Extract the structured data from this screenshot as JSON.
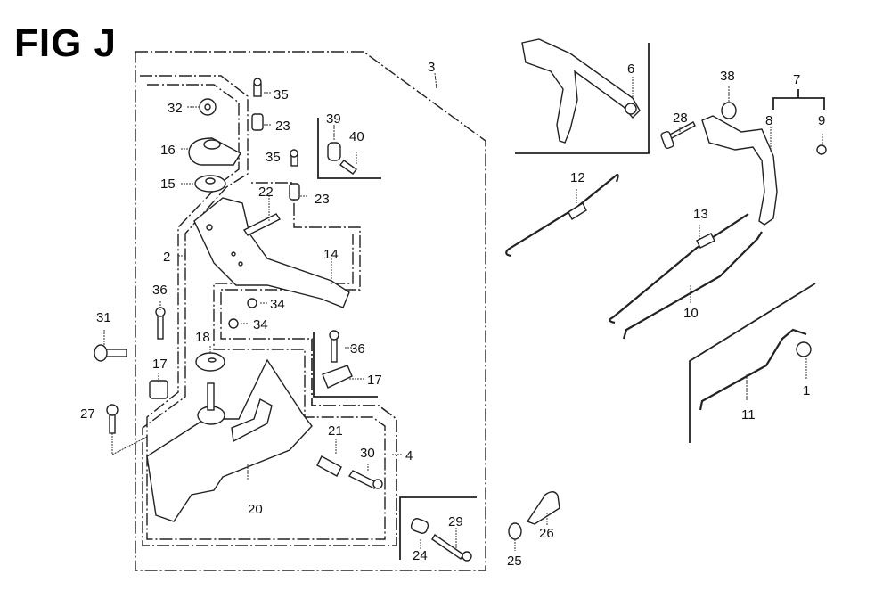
{
  "figure": {
    "title": "FIG J"
  },
  "callouts": [
    {
      "id": "c1",
      "number": "1"
    },
    {
      "id": "c2",
      "number": "2"
    },
    {
      "id": "c3",
      "number": "3"
    },
    {
      "id": "c4",
      "number": "4"
    },
    {
      "id": "c6",
      "number": "6"
    },
    {
      "id": "c7",
      "number": "7"
    },
    {
      "id": "c8",
      "number": "8"
    },
    {
      "id": "c9",
      "number": "9"
    },
    {
      "id": "c10",
      "number": "10"
    },
    {
      "id": "c11",
      "number": "11"
    },
    {
      "id": "c12",
      "number": "12"
    },
    {
      "id": "c13",
      "number": "13"
    },
    {
      "id": "c14",
      "number": "14"
    },
    {
      "id": "c15",
      "number": "15"
    },
    {
      "id": "c16",
      "number": "16"
    },
    {
      "id": "c17a",
      "number": "17"
    },
    {
      "id": "c17b",
      "number": "17"
    },
    {
      "id": "c18",
      "number": "18"
    },
    {
      "id": "c20",
      "number": "20"
    },
    {
      "id": "c21",
      "number": "21"
    },
    {
      "id": "c22",
      "number": "22"
    },
    {
      "id": "c23a",
      "number": "23"
    },
    {
      "id": "c23b",
      "number": "23"
    },
    {
      "id": "c24",
      "number": "24"
    },
    {
      "id": "c25",
      "number": "25"
    },
    {
      "id": "c26",
      "number": "26"
    },
    {
      "id": "c27",
      "number": "27"
    },
    {
      "id": "c28",
      "number": "28"
    },
    {
      "id": "c29",
      "number": "29"
    },
    {
      "id": "c30",
      "number": "30"
    },
    {
      "id": "c31",
      "number": "31"
    },
    {
      "id": "c32",
      "number": "32"
    },
    {
      "id": "c34a",
      "number": "34"
    },
    {
      "id": "c34b",
      "number": "34"
    },
    {
      "id": "c35a",
      "number": "35"
    },
    {
      "id": "c35b",
      "number": "35"
    },
    {
      "id": "c36a",
      "number": "36"
    },
    {
      "id": "c36b",
      "number": "36"
    },
    {
      "id": "c38",
      "number": "38"
    },
    {
      "id": "c39",
      "number": "39"
    },
    {
      "id": "c40",
      "number": "40"
    }
  ]
}
